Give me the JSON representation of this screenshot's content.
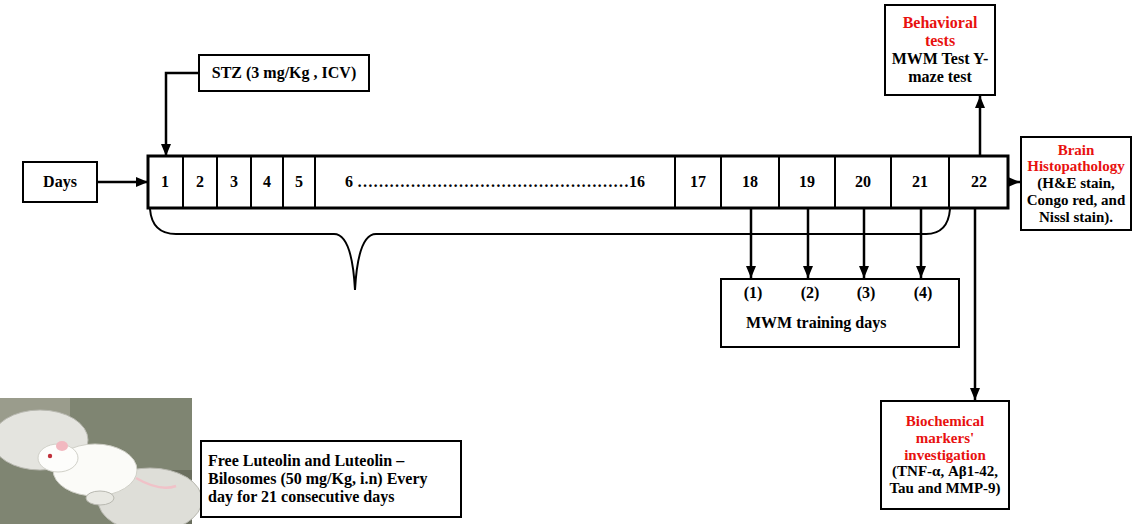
{
  "diagram": {
    "nodes": [
      {
        "text": [
          "STZ (3 mg/Kg , ICV)"
        ]
      },
      {
        "text": [
          "Behavioral tests",
          "MWM Test Y-maze test"
        ]
      },
      {
        "text": [
          "Days"
        ]
      },
      {
        "text": [
          "1"
        ]
      },
      {
        "text": [
          "2"
        ]
      },
      {
        "text": [
          "3"
        ]
      },
      {
        "text": [
          "4"
        ]
      },
      {
        "text": [
          "5"
        ]
      },
      {
        "text": [
          "6 ……………………………………………16"
        ]
      },
      {
        "text": [
          "17"
        ]
      },
      {
        "text": [
          "18"
        ]
      },
      {
        "text": [
          "19"
        ]
      },
      {
        "text": [
          "20"
        ]
      },
      {
        "text": [
          "21"
        ]
      },
      {
        "text": [
          "22"
        ]
      },
      {
        "text": [
          "Brain Histopathology",
          "(H&E stain, Congo red, and Nissl stain)."
        ]
      },
      {
        "text": [
          "(1)",
          "(2)",
          "(3)",
          "(4)",
          "MWM training days"
        ]
      },
      {
        "text": [
          "Biochemical markers' investigation",
          "(TNF-α, Aβ1-42, Tau and MMP-9)"
        ]
      },
      {
        "text": [
          "Free Luteolin and Luteolin – Bilosomes (50 mg/Kg, i.n) Every day for 21 consecutive days"
        ]
      }
    ],
    "edges": [
      {
        "from": 2,
        "to": 3,
        "arrow": "to"
      },
      {
        "from": 0,
        "to": 3,
        "arrow": "to"
      },
      {
        "from": 10,
        "to": 16,
        "arrow": "to"
      },
      {
        "from": 11,
        "to": 16,
        "arrow": "to"
      },
      {
        "from": 12,
        "to": 16,
        "arrow": "to"
      },
      {
        "from": 13,
        "to": 16,
        "arrow": "to"
      },
      {
        "from": 14,
        "to": 1,
        "arrow": "to"
      },
      {
        "from": 14,
        "to": 15,
        "arrow": "to"
      },
      {
        "from": 14,
        "to": 17,
        "arrow": "to"
      }
    ]
  }
}
